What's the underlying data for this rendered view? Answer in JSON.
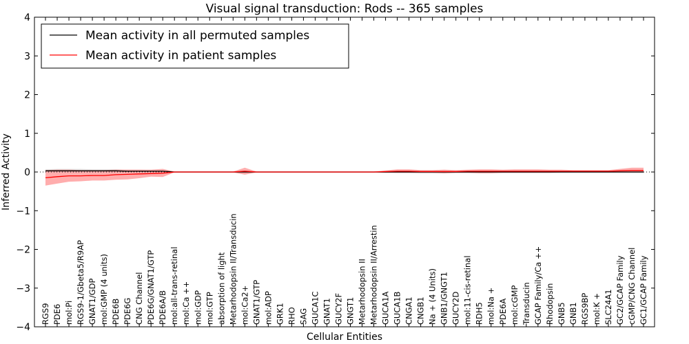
{
  "chart_data": {
    "type": "line",
    "title": "Visual signal transduction: Rods -- 365 samples",
    "xlabel": "Cellular Entities",
    "ylabel": "Inferred Activity",
    "ylim": [
      -4,
      4
    ],
    "yticks": [
      -4,
      -3,
      -2,
      -1,
      0,
      1,
      2,
      3,
      4
    ],
    "ytick_labels": [
      "−4",
      "−3",
      "−2",
      "−1",
      "0",
      "1",
      "2",
      "3",
      "4"
    ],
    "grid": false,
    "legend_position": "top-left",
    "reference_line": 0,
    "categories": [
      "RGS9",
      "PDE6",
      "mol:Pi",
      "RGS9-1/Gbeta5/R9AP",
      "GNAT1/GDP",
      "mol:GMP (4 units)",
      "PDE6B",
      "PDE6G",
      "CNG Channel",
      "PDE6G/GNAT1/GTP",
      "PDE6A/B",
      "mol:all-trans-retinal",
      "mol:Ca ++",
      "mol:GDP",
      "mol:GTP",
      "absorption of light",
      "Metarhodopsin II/Transducin",
      "mol:Ca2+",
      "GNAT1/GTP",
      "mol:ADP",
      "GRK1",
      "RHO",
      "SAG",
      "GUCA1C",
      "GNAT1",
      "GUCY2F",
      "GNGT1",
      "Metarhodopsin II",
      "Metarhodopsin II/Arrestin",
      "GUCA1A",
      "GUCA1B",
      "CNGA1",
      "CNGB1",
      "Na + (4 Units)",
      "GNB1/GNGT1",
      "GUCY2D",
      "mol:11-cis-retinal",
      "RDH5",
      "mol:Na +",
      "PDE6A",
      "mol:cGMP",
      "Transducin",
      "GCAP Family/Ca ++",
      "Rhodopsin",
      "GNB5",
      "GNB1",
      "RGS9BP",
      "mol:K +",
      "SLC24A1",
      "GC2/GCAP Family",
      "cGMP/CNG Channel",
      "GC1/GCAP Family"
    ],
    "series": [
      {
        "name": "Mean activity in all permuted samples",
        "color": "#000000",
        "values": [
          0.03,
          0.03,
          0.03,
          0.03,
          0.03,
          0.03,
          0.03,
          0.02,
          0.02,
          0.02,
          0.02,
          0,
          0,
          0,
          0,
          0,
          0,
          0,
          0,
          0,
          0,
          0,
          0,
          0,
          0,
          0,
          0,
          0,
          0,
          0,
          0,
          0,
          0,
          0,
          0,
          0,
          0,
          0,
          0,
          0,
          0,
          0,
          0,
          0,
          0,
          0,
          0,
          0,
          0,
          0,
          0,
          0
        ],
        "band_lower": [
          0.0,
          0.0,
          0.0,
          0.0,
          0.0,
          0.0,
          0.0,
          0.0,
          0.0,
          0.0,
          0.0,
          -0.02,
          -0.02,
          -0.02,
          -0.02,
          -0.02,
          -0.02,
          -0.02,
          -0.02,
          -0.02,
          -0.02,
          -0.02,
          -0.02,
          -0.02,
          -0.02,
          -0.02,
          -0.02,
          -0.02,
          -0.02,
          -0.02,
          -0.03,
          -0.03,
          -0.04,
          -0.04,
          -0.04,
          -0.03,
          -0.03,
          -0.03,
          -0.03,
          -0.03,
          -0.03,
          -0.03,
          -0.03,
          -0.03,
          -0.03,
          -0.03,
          -0.03,
          -0.03,
          -0.03,
          -0.03,
          -0.03,
          -0.03
        ],
        "band_upper": [
          0.07,
          0.08,
          0.08,
          0.08,
          0.07,
          0.07,
          0.07,
          0.06,
          0.06,
          0.05,
          0.05,
          0.02,
          0.02,
          0.02,
          0.02,
          0.02,
          0.02,
          0.02,
          0.02,
          0.02,
          0.02,
          0.02,
          0.02,
          0.02,
          0.02,
          0.02,
          0.02,
          0.02,
          0.02,
          0.02,
          0.03,
          0.03,
          0.04,
          0.04,
          0.04,
          0.03,
          0.03,
          0.03,
          0.03,
          0.03,
          0.03,
          0.03,
          0.03,
          0.03,
          0.03,
          0.03,
          0.03,
          0.03,
          0.03,
          0.03,
          0.03,
          0.03
        ]
      },
      {
        "name": "Mean activity in patient samples",
        "color": "#ff0000",
        "values": [
          -0.15,
          -0.12,
          -0.1,
          -0.1,
          -0.09,
          -0.09,
          -0.07,
          -0.06,
          -0.05,
          -0.04,
          -0.03,
          0,
          0,
          0,
          0,
          0,
          0,
          0.02,
          0,
          0,
          0,
          0,
          0,
          0,
          0,
          0,
          0,
          0,
          0,
          0.01,
          0.02,
          0.02,
          0.01,
          0.01,
          0.01,
          0.01,
          0.02,
          0.02,
          0.02,
          0.02,
          0.02,
          0.02,
          0.02,
          0.02,
          0.02,
          0.02,
          0.02,
          0.02,
          0.02,
          0.03,
          0.04,
          0.04
        ],
        "band_lower": [
          -0.35,
          -0.3,
          -0.25,
          -0.24,
          -0.22,
          -0.22,
          -0.2,
          -0.19,
          -0.16,
          -0.12,
          -0.13,
          -0.01,
          -0.01,
          -0.01,
          -0.01,
          -0.01,
          -0.01,
          -0.07,
          -0.01,
          -0.01,
          -0.01,
          -0.01,
          -0.01,
          -0.01,
          -0.01,
          -0.01,
          -0.01,
          -0.01,
          -0.01,
          -0.02,
          -0.02,
          -0.02,
          -0.02,
          -0.02,
          -0.03,
          -0.02,
          -0.02,
          -0.03,
          -0.03,
          -0.02,
          -0.02,
          -0.02,
          -0.02,
          -0.02,
          -0.01,
          -0.01,
          -0.01,
          -0.01,
          -0.01,
          -0.01,
          -0.01,
          -0.01
        ],
        "band_upper": [
          0.05,
          0.06,
          0.06,
          0.05,
          0.05,
          0.05,
          0.06,
          0.06,
          0.06,
          0.06,
          0.08,
          0.01,
          0.01,
          0.01,
          0.01,
          0.01,
          0.01,
          0.11,
          0.01,
          0.01,
          0.01,
          0.01,
          0.01,
          0.01,
          0.01,
          0.01,
          0.01,
          0.01,
          0.01,
          0.04,
          0.07,
          0.07,
          0.05,
          0.05,
          0.06,
          0.05,
          0.06,
          0.07,
          0.07,
          0.06,
          0.07,
          0.07,
          0.07,
          0.06,
          0.06,
          0.05,
          0.05,
          0.05,
          0.05,
          0.08,
          0.11,
          0.11
        ]
      }
    ]
  }
}
